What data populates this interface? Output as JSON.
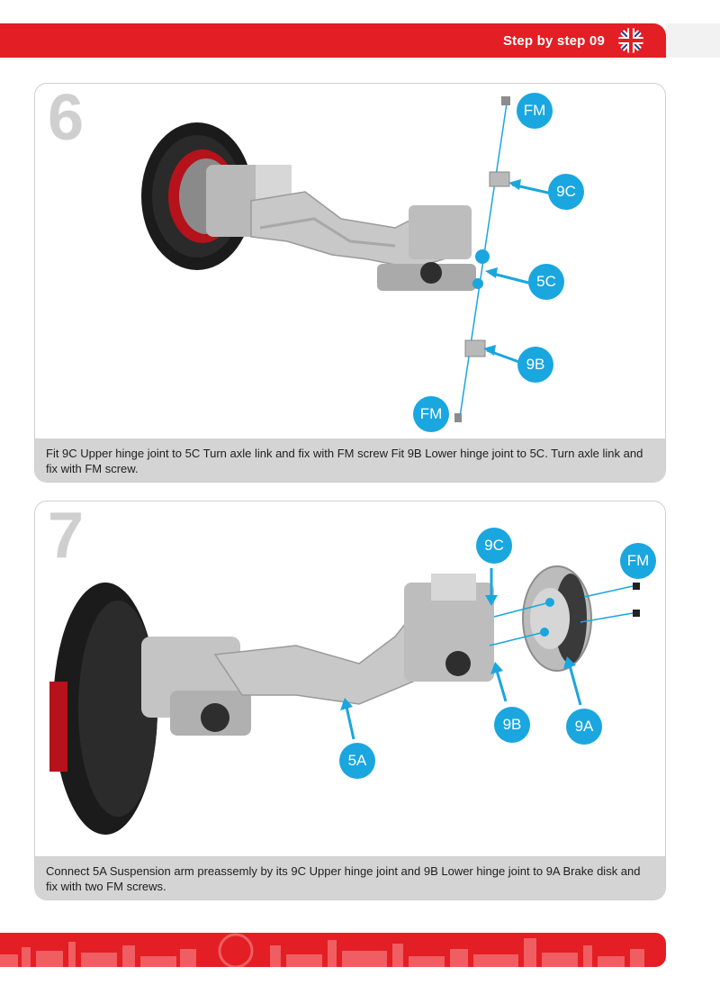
{
  "header": {
    "title": "Step by step 09",
    "flag_icon": "uk-flag-icon",
    "color": "#e31e24"
  },
  "steps": [
    {
      "number": "6",
      "caption": "Fit 9C Upper hinge joint to 5C Turn axle link and fix with FM screw Fit 9B Lower hinge joint to 5C. Turn axle link and fix with FM screw.",
      "callouts": [
        "FM",
        "9C",
        "5C",
        "9B",
        "FM"
      ]
    },
    {
      "number": "7",
      "caption": "Connect 5A Suspension arm preassemly by its 9C Upper hinge joint and 9B Lower hinge joint to 9A Brake disk and fix with two FM screws.",
      "callouts": [
        "9C",
        "FM",
        "9B",
        "9A",
        "5A"
      ]
    }
  ],
  "colors": {
    "accent_red": "#e31e24",
    "callout_blue": "#1aa6df",
    "caption_gray": "#d4d4d4",
    "step_number_gray": "#cfcfcf"
  }
}
